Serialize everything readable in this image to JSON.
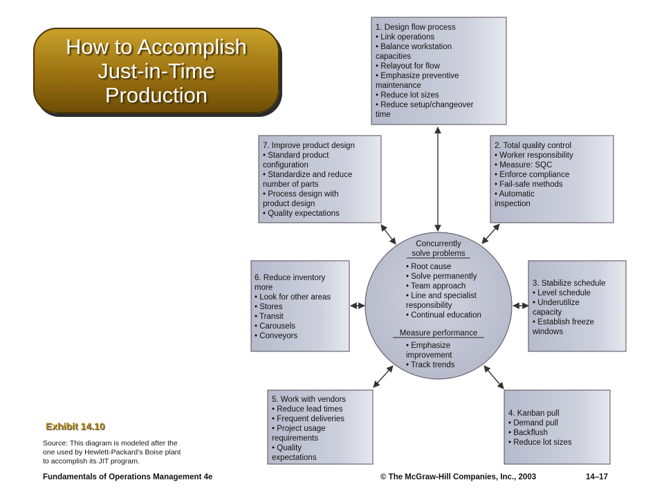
{
  "slide": {
    "title_lines": [
      "How to Accomplish",
      "Just-in-Time",
      "Production"
    ],
    "exhibit": "Exhibit 14.10",
    "source_lines": [
      "Source: This diagram is modeled after the",
      "one used by Hewlett-Packard’s Boise plant",
      "to accomplish its JIT program."
    ],
    "footer_left": "Fundamentals of Operations Management 4e",
    "footer_center": "© The McGraw-Hill Companies, Inc., 2003",
    "footer_right": "14–17"
  },
  "colors": {
    "title_gold": "#9b7110",
    "box_fill": "#c3c5d3",
    "exhibit": "#b8880f"
  },
  "center": {
    "heading1": [
      "Concurrently",
      "solve problems"
    ],
    "items1": [
      "• Root cause",
      "• Solve permanently",
      "• Team approach",
      "• Line and specialist",
      "   responsibility",
      "• Continual education"
    ],
    "heading2": [
      "Measure performance"
    ],
    "items2": [
      "• Emphasize",
      "   improvement",
      "• Track trends"
    ]
  },
  "boxes": [
    {
      "id": "design-flow",
      "lines": [
        "1. Design flow process",
        "   • Link operations",
        "   • Balance workstation",
        "      capacities",
        "   • Relayout for flow",
        "   • Emphasize preventive",
        "      maintenance",
        "   • Reduce lot sizes",
        "   • Reduce setup/changeover",
        "      time"
      ]
    },
    {
      "id": "quality-control",
      "lines": [
        "2. Total quality control",
        "   • Worker responsibility",
        "   • Measure: SQC",
        "   • Enforce compliance",
        "   • Fail-safe methods",
        "   • Automatic",
        "      inspection"
      ]
    },
    {
      "id": "stabilize-schedule",
      "lines": [
        "3. Stabilize schedule",
        "   • Level schedule",
        "   • Underutilize",
        "      capacity",
        "   • Establish freeze",
        "      windows"
      ]
    },
    {
      "id": "kanban-pull",
      "lines": [
        "4. Kanban pull",
        "   • Demand pull",
        "   • Backflush",
        "   • Reduce lot sizes"
      ]
    },
    {
      "id": "work-with-vendors",
      "lines": [
        "5. Work with vendors",
        "   • Reduce lead times",
        "   • Frequent deliveries",
        "   • Project usage",
        "      requirements",
        "   • Quality",
        "      expectations"
      ]
    },
    {
      "id": "reduce-inventory",
      "lines": [
        "6. Reduce inventory",
        "more",
        " • Look for other areas",
        "    • Stores",
        "    • Transit",
        "    • Carousels",
        "    • Conveyors"
      ]
    },
    {
      "id": "improve-product-design",
      "lines": [
        "7. Improve product design",
        "   • Standard product",
        "      configuration",
        "   • Standardize and reduce",
        "      number of parts",
        "   • Process design with",
        "      product design",
        "   • Quality expectations"
      ]
    }
  ]
}
